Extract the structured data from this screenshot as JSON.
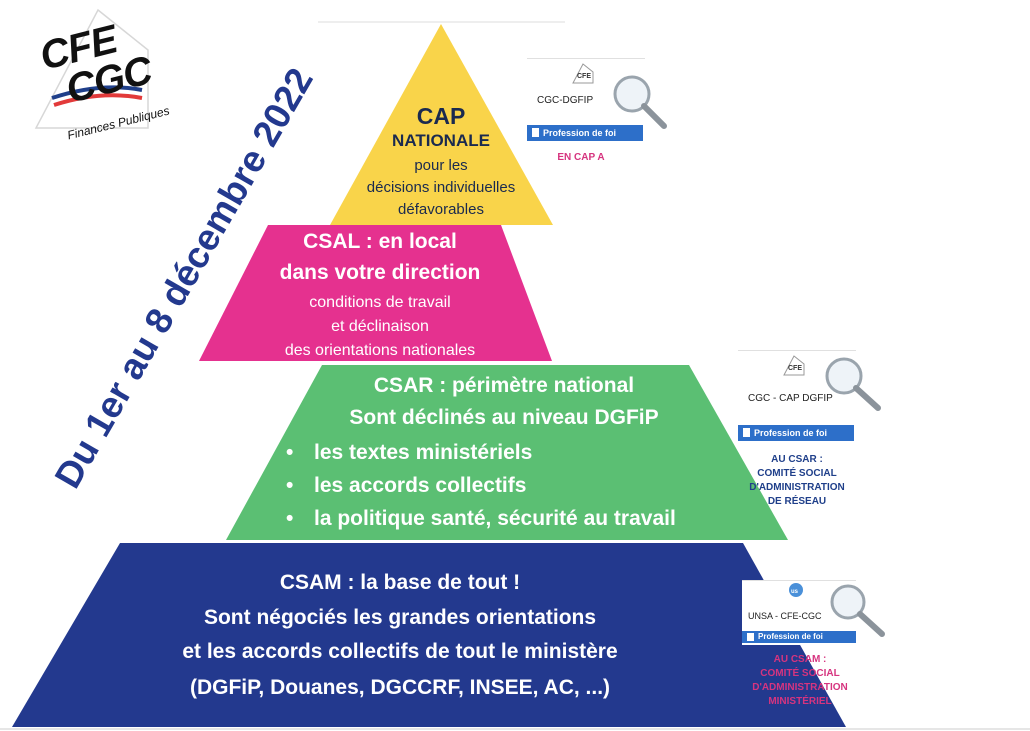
{
  "logo": {
    "line1": "CFE",
    "line2": "CGC",
    "subtitle": "Finances Publiques"
  },
  "date_banner": "Du 1er au 8 décembre 2022",
  "levels": {
    "cap": {
      "title": "CAP",
      "subtitle": "NATIONALE",
      "line1": "pour les",
      "line2": "décisions individuelles",
      "line3": "défavorables",
      "color": "#f9d44a"
    },
    "csal": {
      "title1": "CSAL : en local",
      "title2": "dans votre direction",
      "line1": "conditions de travail",
      "line2": "et déclinaison",
      "line3": "des orientations nationales",
      "color": "#e5318f"
    },
    "csar": {
      "title1": "CSAR : périmètre national",
      "title2": "Sont déclinés au niveau DGFiP",
      "bullets": [
        "les textes ministériels",
        "les accords collectifs",
        "la politique santé, sécurité au travail"
      ],
      "color": "#5bbf73"
    },
    "csam": {
      "line1": "CSAM : la base de tout !",
      "line2": "Sont négociés les grandes  orientations",
      "line3": "et les accords collectifs de tout le ministère",
      "line4": "(DGFiP, Douanes, DGCCRF, INSEE, AC, ...)",
      "color": "#23398e"
    }
  },
  "cards": [
    {
      "header": "CGC-DGFIP",
      "button": "Profession de foi",
      "caption": [
        "EN CAP A"
      ],
      "caption_color": "#d6347f"
    },
    {
      "header": "CGC - CAP DGFIP",
      "button": "Profession de foi",
      "caption": [
        "AU CSAR :",
        "COMITÉ SOCIAL",
        "D'ADMINISTRATION",
        "DE RÉSEAU"
      ],
      "caption_color": "#1f3f8a"
    },
    {
      "header": "UNSA - CFE-CGC",
      "button": "Profession de foi",
      "caption": [
        "AU CSAM :",
        "COMITÉ SOCIAL",
        "D'ADMINISTRATION",
        "MINISTÉRIEL"
      ],
      "caption_color": "#d6347f"
    }
  ],
  "icons": [
    "document-icon",
    "magnifier-icon",
    "logo-mini-icon"
  ]
}
